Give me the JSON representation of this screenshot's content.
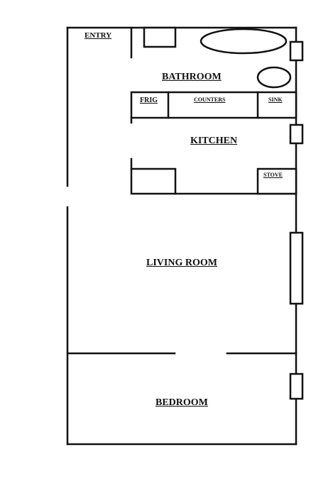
{
  "rooms": {
    "entry": "ENTRY",
    "bathroom": "BATHROOM",
    "frig": "FRIG",
    "counters": "COUNTERS",
    "sink": "SINK",
    "kitchen": "KITCHEN",
    "stove": "STOVE",
    "living_room": "LIVING ROOM",
    "bedroom": "BEDROOM"
  },
  "colors": {
    "line": "#111111",
    "background": "#ffffff"
  }
}
